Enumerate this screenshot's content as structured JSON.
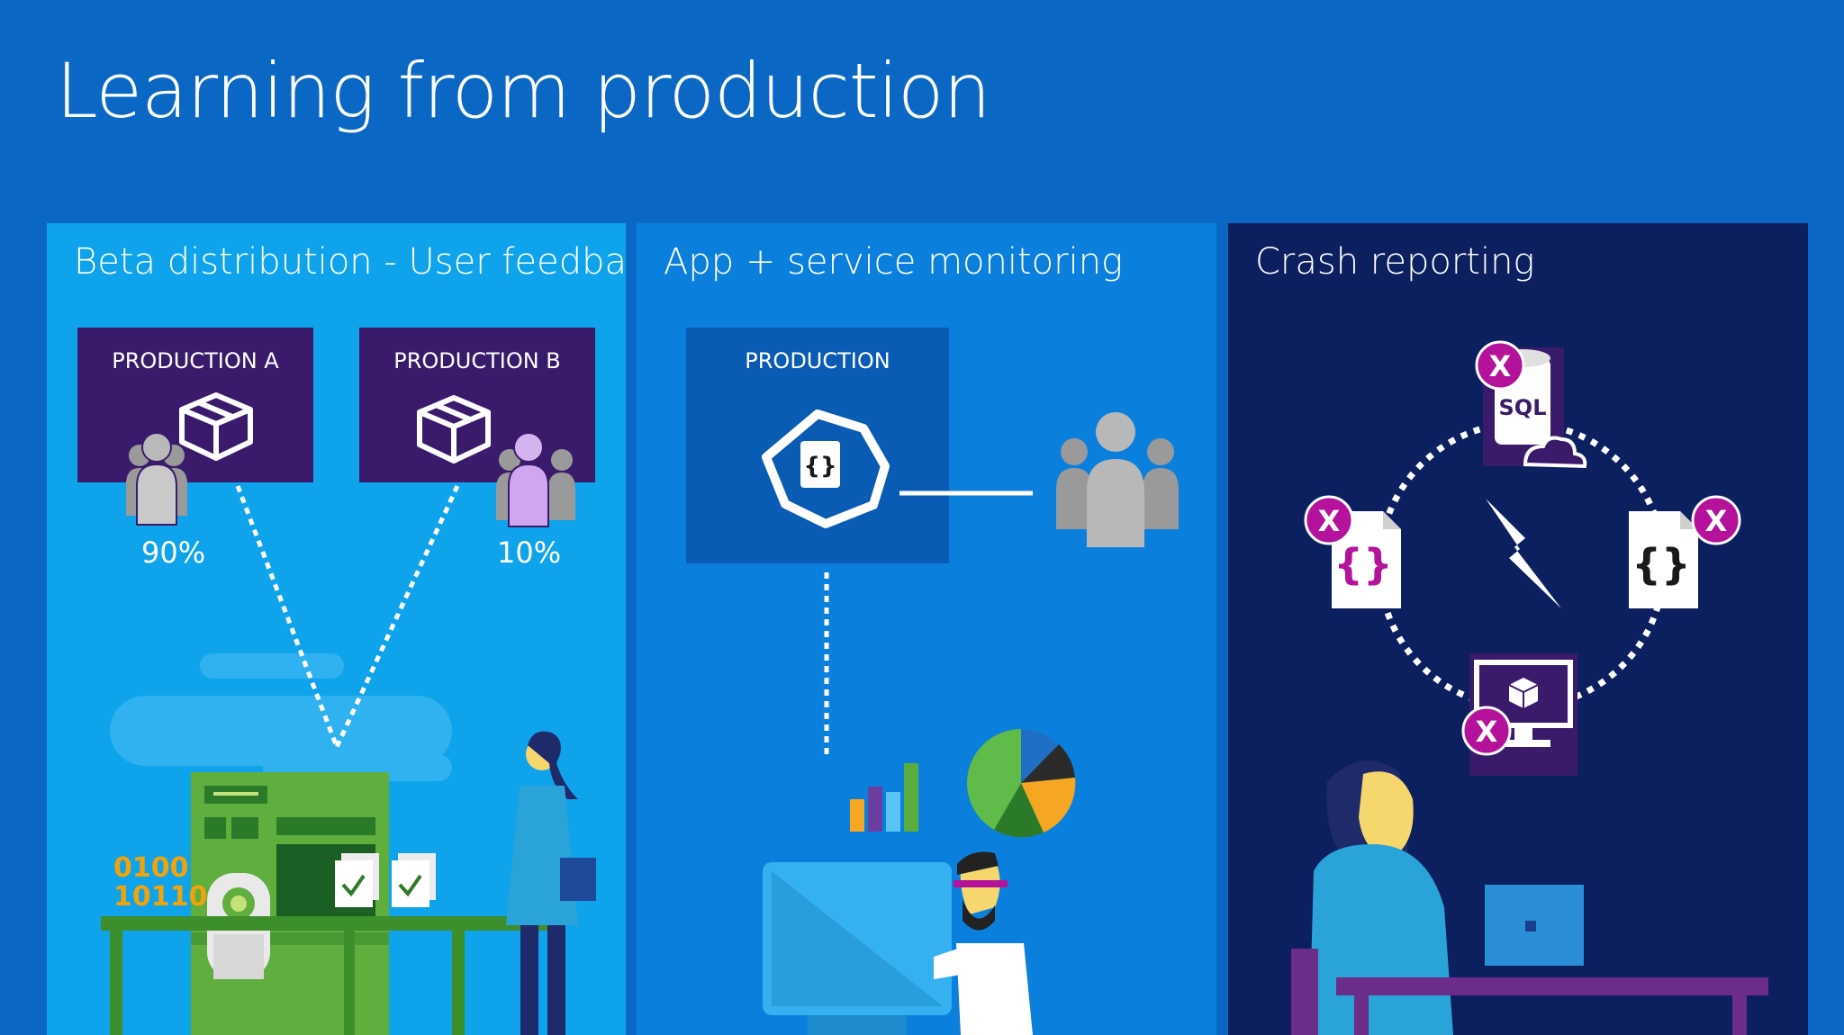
{
  "slide": {
    "title": "Learning from production"
  },
  "panels": [
    {
      "heading": "Beta distribution - User feedback",
      "production_a_label": "PRODUCTION A",
      "production_b_label": "PRODUCTION B",
      "split_a_percent": "90%",
      "split_b_percent": "10%",
      "binary_line_1": "0100",
      "binary_line_2": "10110"
    },
    {
      "heading": "App + service monitoring",
      "production_label": "PRODUCTION",
      "code_symbol": "{}"
    },
    {
      "heading": "Crash reporting",
      "sql_label": "SQL",
      "error_marker": "X",
      "code_symbol": "{}"
    }
  ],
  "colors": {
    "background": "#0a68c4",
    "panel_1": "#0ea3ea",
    "panel_2": "#0b7fdc",
    "panel_3": "#0c1f5e",
    "production_box_dark": "#3a1b6b",
    "error_badge": "#b4129b"
  },
  "icons": [
    "package-icon",
    "user-group-icon",
    "code-file-icon",
    "sql-database-icon",
    "cloud-icon",
    "lightning-icon",
    "monitor-icon",
    "bar-chart-icon",
    "pie-chart-icon"
  ]
}
